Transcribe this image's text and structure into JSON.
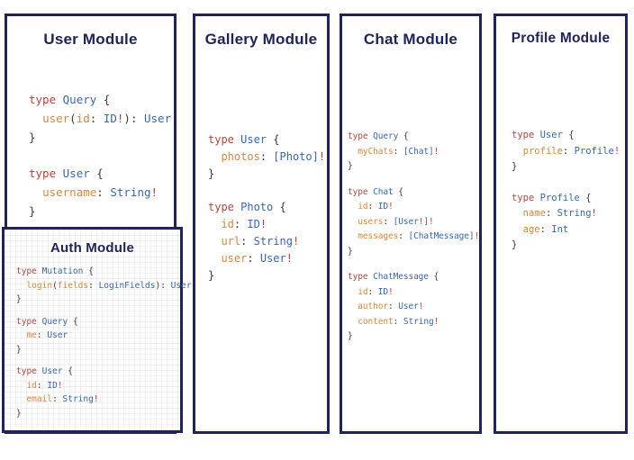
{
  "colors": {
    "navy": "#20245a",
    "keyword": "#b5463e",
    "type": "#3767b1",
    "field": "#d9883a",
    "punctuation": "#3a3a3a",
    "bang": "#c53b2d",
    "background": "#ffffff"
  },
  "modules": {
    "user": {
      "title": "User Module",
      "blocks": [
        [
          [
            [
              "k",
              "type "
            ],
            [
              "t",
              "Query "
            ],
            [
              "p",
              "{"
            ]
          ],
          [
            [
              "p",
              "  "
            ],
            [
              "f",
              "user"
            ],
            [
              "p",
              "("
            ],
            [
              "f",
              "id"
            ],
            [
              "p",
              ": "
            ],
            [
              "t",
              "ID"
            ],
            [
              "b",
              "!"
            ],
            [
              "p",
              "): "
            ],
            [
              "t",
              "User"
            ]
          ],
          [
            [
              "p",
              "}"
            ]
          ]
        ],
        [
          [
            [
              "k",
              "type "
            ],
            [
              "t",
              "User "
            ],
            [
              "p",
              "{"
            ]
          ],
          [
            [
              "p",
              "  "
            ],
            [
              "f",
              "username"
            ],
            [
              "p",
              ": "
            ],
            [
              "t",
              "String"
            ],
            [
              "b",
              "!"
            ]
          ],
          [
            [
              "p",
              "}"
            ]
          ]
        ]
      ]
    },
    "auth": {
      "title": "Auth Module",
      "blocks": [
        [
          [
            [
              "k",
              "type "
            ],
            [
              "t",
              "Mutation "
            ],
            [
              "p",
              "{"
            ]
          ],
          [
            [
              "p",
              "  "
            ],
            [
              "f",
              "login"
            ],
            [
              "p",
              "("
            ],
            [
              "f",
              "fields"
            ],
            [
              "p",
              ": "
            ],
            [
              "t",
              "LoginFields"
            ],
            [
              "p",
              "): "
            ],
            [
              "t",
              "User"
            ]
          ],
          [
            [
              "p",
              "}"
            ]
          ]
        ],
        [
          [
            [
              "k",
              "type "
            ],
            [
              "t",
              "Query "
            ],
            [
              "p",
              "{"
            ]
          ],
          [
            [
              "p",
              "  "
            ],
            [
              "f",
              "me"
            ],
            [
              "p",
              ": "
            ],
            [
              "t",
              "User"
            ]
          ],
          [
            [
              "p",
              "}"
            ]
          ]
        ],
        [
          [
            [
              "k",
              "type "
            ],
            [
              "t",
              "User "
            ],
            [
              "p",
              "{"
            ]
          ],
          [
            [
              "p",
              "  "
            ],
            [
              "f",
              "id"
            ],
            [
              "p",
              ": "
            ],
            [
              "t",
              "ID"
            ],
            [
              "b",
              "!"
            ]
          ],
          [
            [
              "p",
              "  "
            ],
            [
              "f",
              "email"
            ],
            [
              "p",
              ": "
            ],
            [
              "t",
              "String"
            ],
            [
              "b",
              "!"
            ]
          ],
          [
            [
              "p",
              "}"
            ]
          ]
        ]
      ]
    },
    "gallery": {
      "title": "Gallery Module",
      "blocks": [
        [
          [
            [
              "k",
              "type "
            ],
            [
              "t",
              "User "
            ],
            [
              "p",
              "{"
            ]
          ],
          [
            [
              "p",
              "  "
            ],
            [
              "f",
              "photos"
            ],
            [
              "p",
              ": "
            ],
            [
              "t",
              "[Photo]"
            ],
            [
              "b",
              "!"
            ]
          ],
          [
            [
              "p",
              "}"
            ]
          ]
        ],
        [
          [
            [
              "k",
              "type "
            ],
            [
              "t",
              "Photo "
            ],
            [
              "p",
              "{"
            ]
          ],
          [
            [
              "p",
              "  "
            ],
            [
              "f",
              "id"
            ],
            [
              "p",
              ": "
            ],
            [
              "t",
              "ID"
            ],
            [
              "b",
              "!"
            ]
          ],
          [
            [
              "p",
              "  "
            ],
            [
              "f",
              "url"
            ],
            [
              "p",
              ": "
            ],
            [
              "t",
              "String"
            ],
            [
              "b",
              "!"
            ]
          ],
          [
            [
              "p",
              "  "
            ],
            [
              "f",
              "user"
            ],
            [
              "p",
              ": "
            ],
            [
              "t",
              "User"
            ],
            [
              "b",
              "!"
            ]
          ],
          [
            [
              "p",
              "}"
            ]
          ]
        ]
      ]
    },
    "chat": {
      "title": "Chat Module",
      "blocks": [
        [
          [
            [
              "k",
              "type "
            ],
            [
              "t",
              "Query "
            ],
            [
              "p",
              "{"
            ]
          ],
          [
            [
              "p",
              "  "
            ],
            [
              "f",
              "myChats"
            ],
            [
              "p",
              ": "
            ],
            [
              "t",
              "[Chat]"
            ],
            [
              "b",
              "!"
            ]
          ],
          [
            [
              "p",
              "}"
            ]
          ]
        ],
        [
          [
            [
              "k",
              "type "
            ],
            [
              "t",
              "Chat "
            ],
            [
              "p",
              "{"
            ]
          ],
          [
            [
              "p",
              "  "
            ],
            [
              "f",
              "id"
            ],
            [
              "p",
              ": "
            ],
            [
              "t",
              "ID"
            ],
            [
              "b",
              "!"
            ]
          ],
          [
            [
              "p",
              "  "
            ],
            [
              "f",
              "users"
            ],
            [
              "p",
              ": "
            ],
            [
              "t",
              "[User"
            ],
            [
              "b",
              "!"
            ],
            [
              "t",
              "]"
            ],
            [
              "b",
              "!"
            ]
          ],
          [
            [
              "p",
              "  "
            ],
            [
              "f",
              "messages"
            ],
            [
              "p",
              ": "
            ],
            [
              "t",
              "[ChatMessage]"
            ],
            [
              "b",
              "!"
            ]
          ],
          [
            [
              "p",
              "}"
            ]
          ]
        ],
        [
          [
            [
              "k",
              "type "
            ],
            [
              "t",
              "ChatMessage "
            ],
            [
              "p",
              "{"
            ]
          ],
          [
            [
              "p",
              "  "
            ],
            [
              "f",
              "id"
            ],
            [
              "p",
              ": "
            ],
            [
              "t",
              "ID"
            ],
            [
              "b",
              "!"
            ]
          ],
          [
            [
              "p",
              "  "
            ],
            [
              "f",
              "author"
            ],
            [
              "p",
              ": "
            ],
            [
              "t",
              "User"
            ],
            [
              "b",
              "!"
            ]
          ],
          [
            [
              "p",
              "  "
            ],
            [
              "f",
              "content"
            ],
            [
              "p",
              ": "
            ],
            [
              "t",
              "String"
            ],
            [
              "b",
              "!"
            ]
          ],
          [
            [
              "p",
              "}"
            ]
          ]
        ]
      ]
    },
    "profile": {
      "title": "Profile Module",
      "blocks": [
        [
          [
            [
              "k",
              "type "
            ],
            [
              "t",
              "User "
            ],
            [
              "p",
              "{"
            ]
          ],
          [
            [
              "p",
              "  "
            ],
            [
              "f",
              "profile"
            ],
            [
              "p",
              ": "
            ],
            [
              "t",
              "Profile"
            ],
            [
              "b",
              "!"
            ]
          ],
          [
            [
              "p",
              "}"
            ]
          ]
        ],
        [
          [
            [
              "k",
              "type "
            ],
            [
              "t",
              "Profile "
            ],
            [
              "p",
              "{"
            ]
          ],
          [
            [
              "p",
              "  "
            ],
            [
              "f",
              "name"
            ],
            [
              "p",
              ": "
            ],
            [
              "t",
              "String"
            ],
            [
              "b",
              "!"
            ]
          ],
          [
            [
              "p",
              "  "
            ],
            [
              "f",
              "age"
            ],
            [
              "p",
              ": "
            ],
            [
              "t",
              "Int"
            ]
          ],
          [
            [
              "p",
              "}"
            ]
          ]
        ]
      ]
    }
  }
}
